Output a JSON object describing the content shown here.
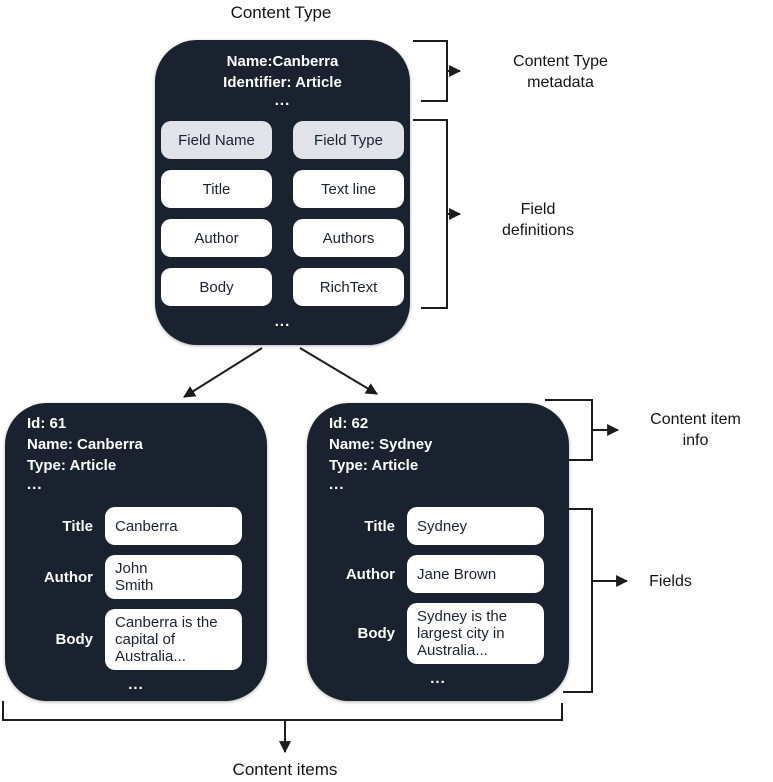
{
  "title": "Content Type",
  "content_type": {
    "meta_lines": [
      "Name:Canberra",
      "Identifier: Article"
    ],
    "ellipsis": "...",
    "header": {
      "name": "Field Name",
      "type": "Field Type"
    },
    "rows": [
      {
        "name": "Title",
        "type": "Text line"
      },
      {
        "name": "Author",
        "type": "Authors"
      },
      {
        "name": "Body",
        "type": "RichText"
      }
    ],
    "footer_ellipsis": "..."
  },
  "annotations": {
    "content_type_metadata": {
      "line1": "Content Type",
      "line2": "metadata"
    },
    "field_definitions": {
      "line1": "Field",
      "line2": "definitions"
    },
    "content_item_info": {
      "line1": "Content item",
      "line2": "info"
    },
    "fields": "Fields",
    "content_items": "Content items"
  },
  "content_items": [
    {
      "info_lines": [
        "Id: 61",
        "Name: Canberra",
        "Type: Article"
      ],
      "info_ellipsis": "...",
      "fields": [
        {
          "label": "Title",
          "value": "Canberra"
        },
        {
          "label": "Author",
          "value": "John\nSmith"
        },
        {
          "label": "Body",
          "value": "Canberra is the\ncapital of\nAustralia..."
        }
      ],
      "ellipsis": "..."
    },
    {
      "info_lines": [
        "Id: 62",
        "Name: Sydney",
        "Type: Article"
      ],
      "info_ellipsis": "...",
      "fields": [
        {
          "label": "Title",
          "value": "Sydney"
        },
        {
          "label": "Author",
          "value": "Jane Brown"
        },
        {
          "label": "Body",
          "value": "Sydney is the\nlargest city in\nAustralia..."
        }
      ],
      "ellipsis": "..."
    }
  ]
}
